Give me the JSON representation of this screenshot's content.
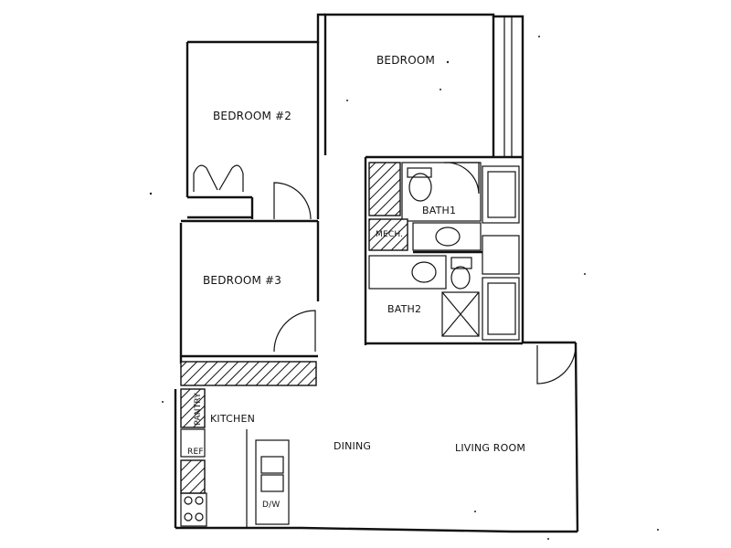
{
  "rooms": {
    "bedroom": "BEDROOM",
    "bedroom2": "BEDROOM #2",
    "bedroom3": "BEDROOM #3",
    "bath1": "BATH1",
    "bath2": "BATH2",
    "mech": "MECH.",
    "kitchen": "KITCHEN",
    "pantry": "PANTRY",
    "ref": "REF",
    "dining": "DINING",
    "living": "LIVING ROOM",
    "dw": "D/W"
  }
}
